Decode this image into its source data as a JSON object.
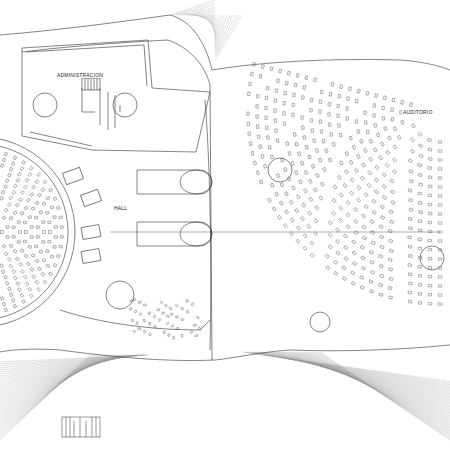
{
  "diagram": {
    "labels": [
      "ADMINISTRACION",
      "AUDITORIO",
      "HALL"
    ]
  }
}
